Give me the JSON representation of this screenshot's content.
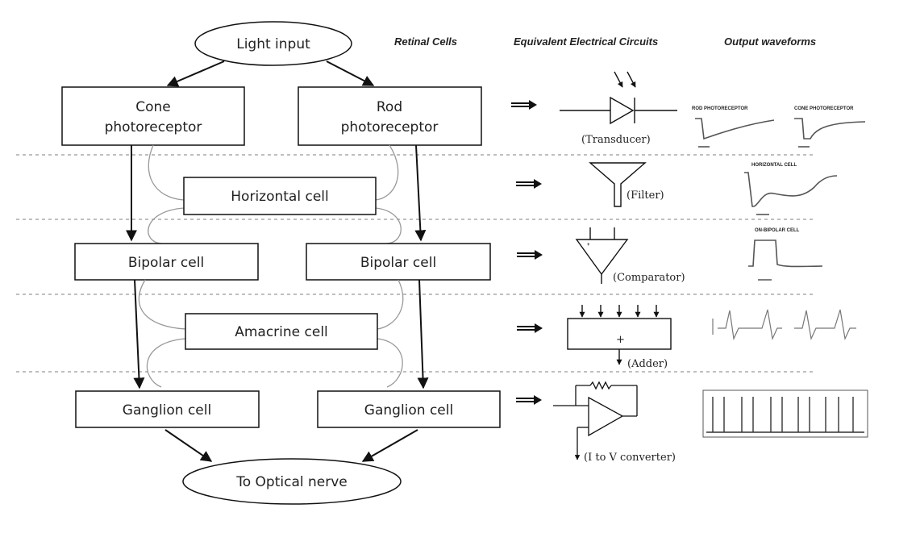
{
  "headers": {
    "retinal_cells": "Retinal Cells",
    "circuits": "Equivalent Electrical Circuits",
    "waveforms": "Output waveforms"
  },
  "nodes": {
    "light_input": "Light input",
    "cone_line1": "Cone",
    "cone_line2": "photoreceptor",
    "rod_line1": "Rod",
    "rod_line2": "photoreceptor",
    "horizontal": "Horizontal cell",
    "bipolar_left": "Bipolar cell",
    "bipolar_right": "Bipolar cell",
    "amacrine": "Amacrine cell",
    "ganglion_left": "Ganglion cell",
    "ganglion_right": "Ganglion cell",
    "optical_nerve": "To Optical nerve"
  },
  "circuits": {
    "transducer": "(Transducer)",
    "filter": "(Filter)",
    "comparator": "(Comparator)",
    "adder": "(Adder)",
    "i_to_v": "(I to V converter)",
    "plus_sign": "+"
  },
  "waveforms": {
    "rod": "ROD PHOTORECEPTOR",
    "cone": "CONE PHOTORECEPTOR",
    "horizontal": "HORIZONTAL CELL",
    "on_bipolar": "ON-BIPOLAR CELL"
  }
}
